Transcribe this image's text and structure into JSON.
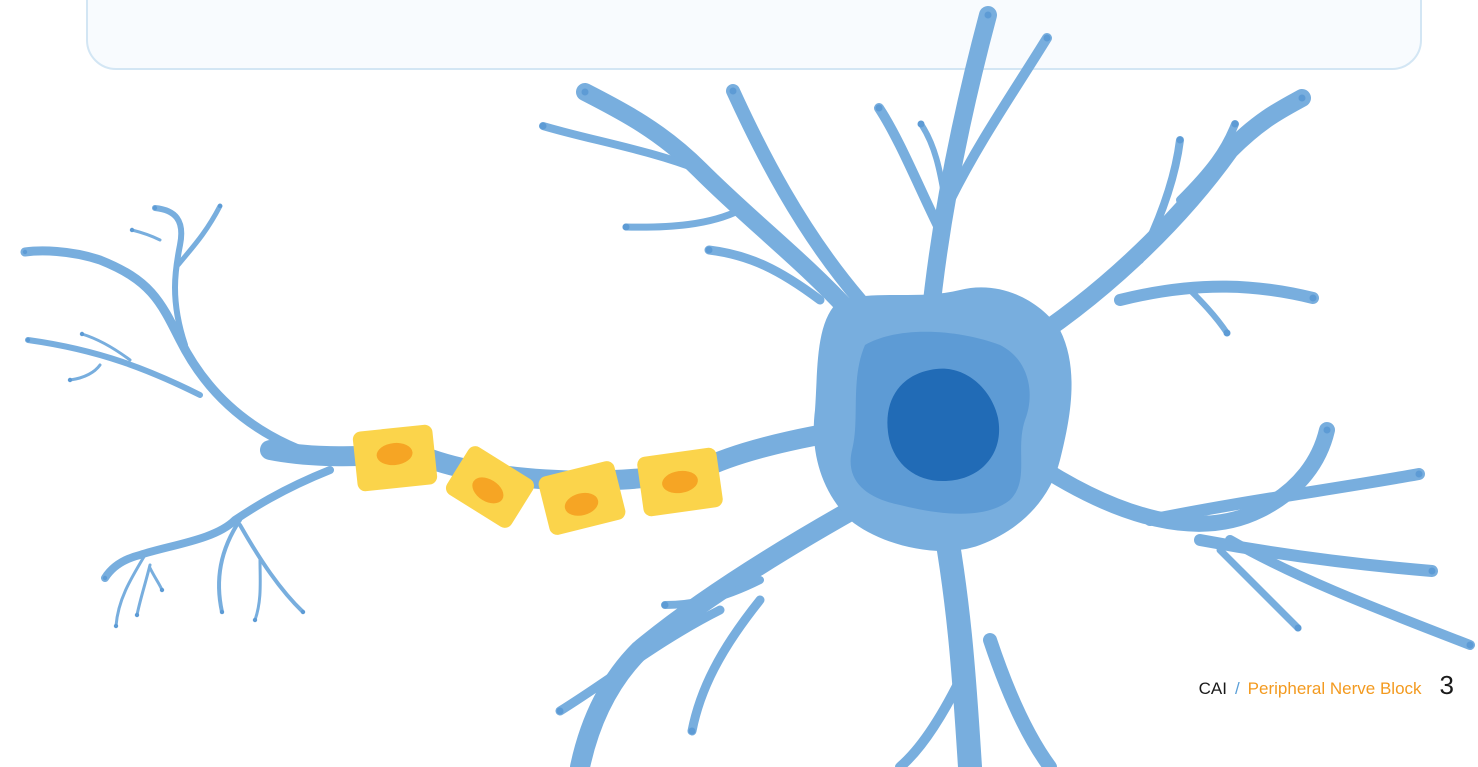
{
  "footer": {
    "org": "CAI",
    "separator": "/",
    "course": "Peripheral Nerve Block",
    "page_number": "3"
  },
  "illustration": {
    "subject": "neuron",
    "colors": {
      "dendrite": "#78aede",
      "soma_inner": "#5d9bd5",
      "nucleus": "#216bb6",
      "myelin": "#fbd44b",
      "myelin_nucleus": "#f6a524",
      "panel_border": "#d3e6f4"
    }
  }
}
